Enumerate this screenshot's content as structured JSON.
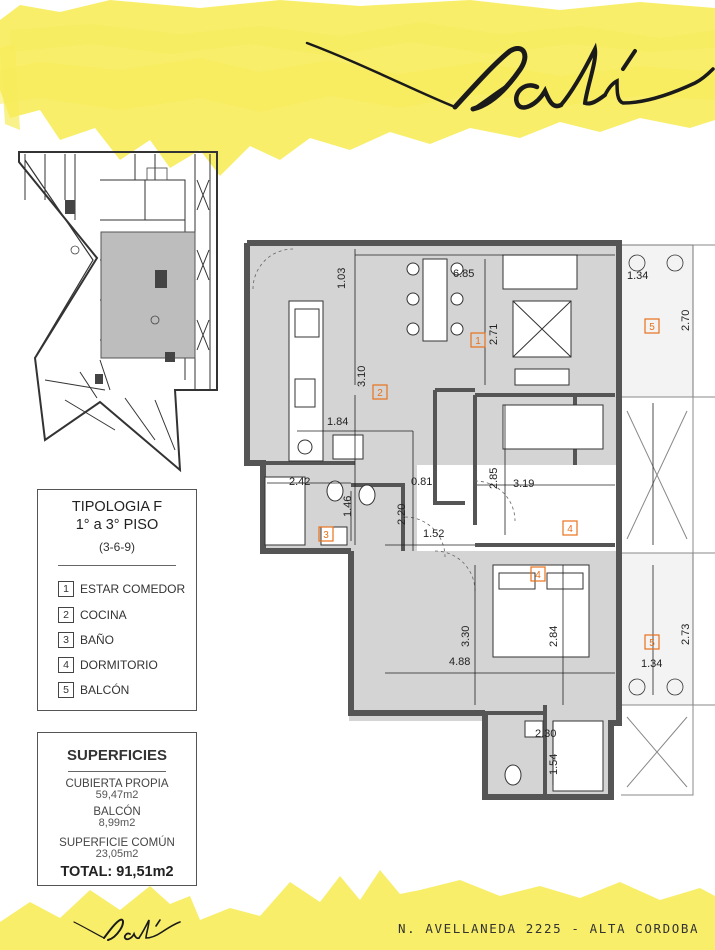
{
  "brand": {
    "name": "Dalí",
    "accent_color": "#f7ec5a",
    "text_color": "#1a1a1a"
  },
  "footer": {
    "address": "N. AVELLANEDA 2225 - ALTA CORDOBA"
  },
  "typology": {
    "title": "TIPOLOGIA F",
    "floors": "1° a 3° PISO",
    "floor_numbers": "(3-6-9)",
    "legend": [
      {
        "num": "1",
        "label": "ESTAR COMEDOR"
      },
      {
        "num": "2",
        "label": "COCINA"
      },
      {
        "num": "3",
        "label": "BAÑO"
      },
      {
        "num": "4",
        "label": "DORMITORIO"
      },
      {
        "num": "5",
        "label": "BALCÓN"
      }
    ]
  },
  "surfaces": {
    "title": "SUPERFICIES",
    "items": [
      {
        "label": "CUBIERTA PROPIA",
        "value": "59,47m2"
      },
      {
        "label": "BALCÓN",
        "value": "8,99m2"
      },
      {
        "label": "SUPERFICIE COMÚN",
        "value": "23,05m2"
      }
    ],
    "total": "TOTAL: 91,51m2"
  },
  "plan": {
    "room_tags_color": "#e8711c",
    "room_tags": [
      "1",
      "2",
      "3",
      "4",
      "4",
      "5",
      "5"
    ],
    "dimensions": [
      "6.85",
      "1.03",
      "2.71",
      "3.10",
      "1.84",
      "0.81",
      "2.85",
      "3.19",
      "2.42",
      "1.46",
      "2.20",
      "1.52",
      "3.30",
      "2.84",
      "4.88",
      "1.34",
      "2.73",
      "2.70",
      "1.34",
      "2.30",
      "1.54"
    ]
  }
}
